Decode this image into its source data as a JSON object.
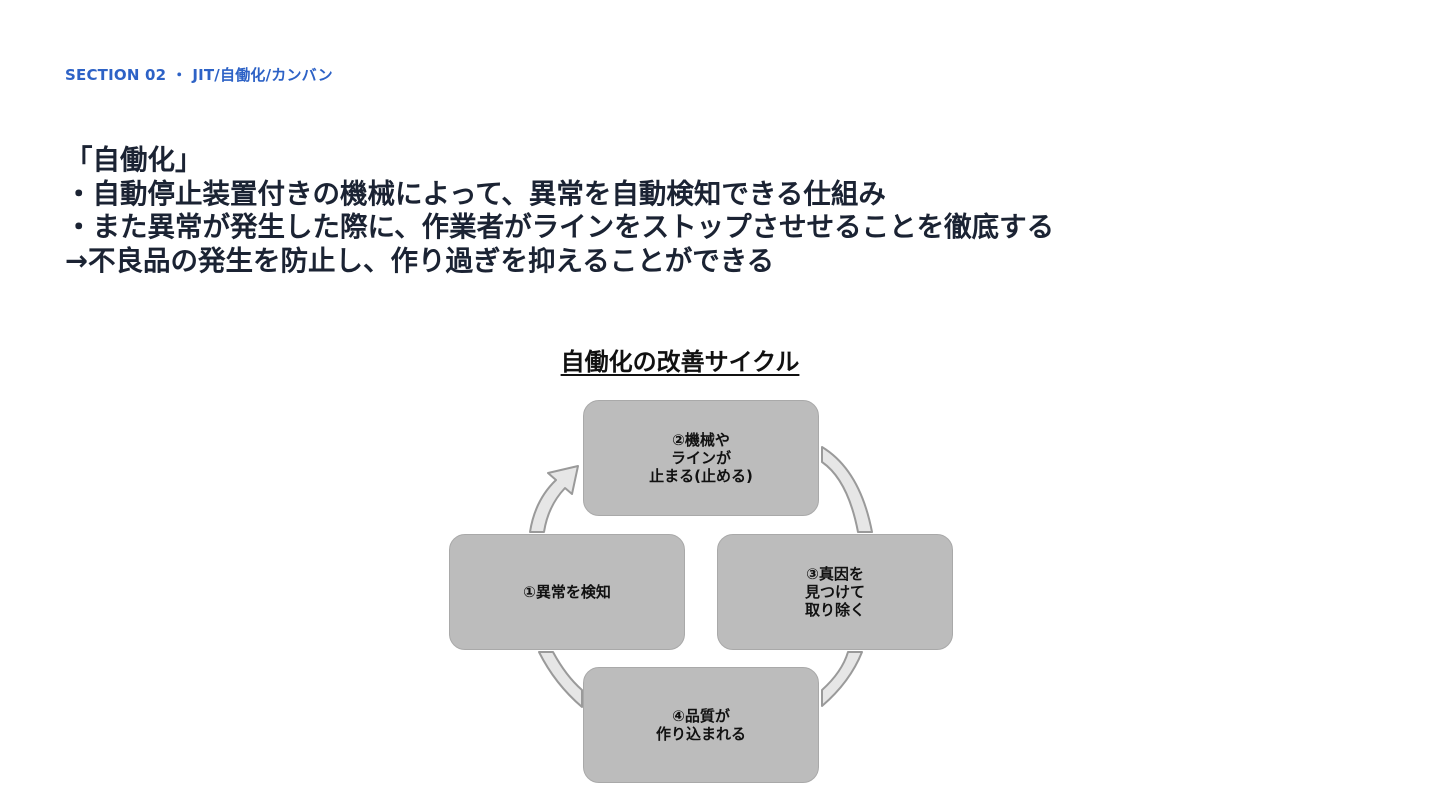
{
  "header": {
    "section_label": "SECTION 02 ・ JIT/自働化/カンバン"
  },
  "body": {
    "lines": [
      "「自働化」",
      "・自動停止装置付きの機械によって、異常を自動検知できる仕組み",
      "・また異常が発生した際に、作業者がラインをストップさせせることを徹底する",
      "→不良品の発生を防止し、作り過ぎを抑えることができる"
    ]
  },
  "diagram": {
    "title": "自働化の改善サイクル",
    "steps": [
      {
        "label": "①異常を検知"
      },
      {
        "label": "②機械や\nラインが\n止まる(止める)"
      },
      {
        "label": "③真因を\n見つけて\n取り除く"
      },
      {
        "label": "④品質が\n作り込まれる"
      }
    ],
    "colors": {
      "box_fill": "#bcbcbc",
      "arrow_fill": "#e6e6e6",
      "arrow_stroke": "#9a9a9a",
      "accent": "#2d62c6"
    }
  }
}
